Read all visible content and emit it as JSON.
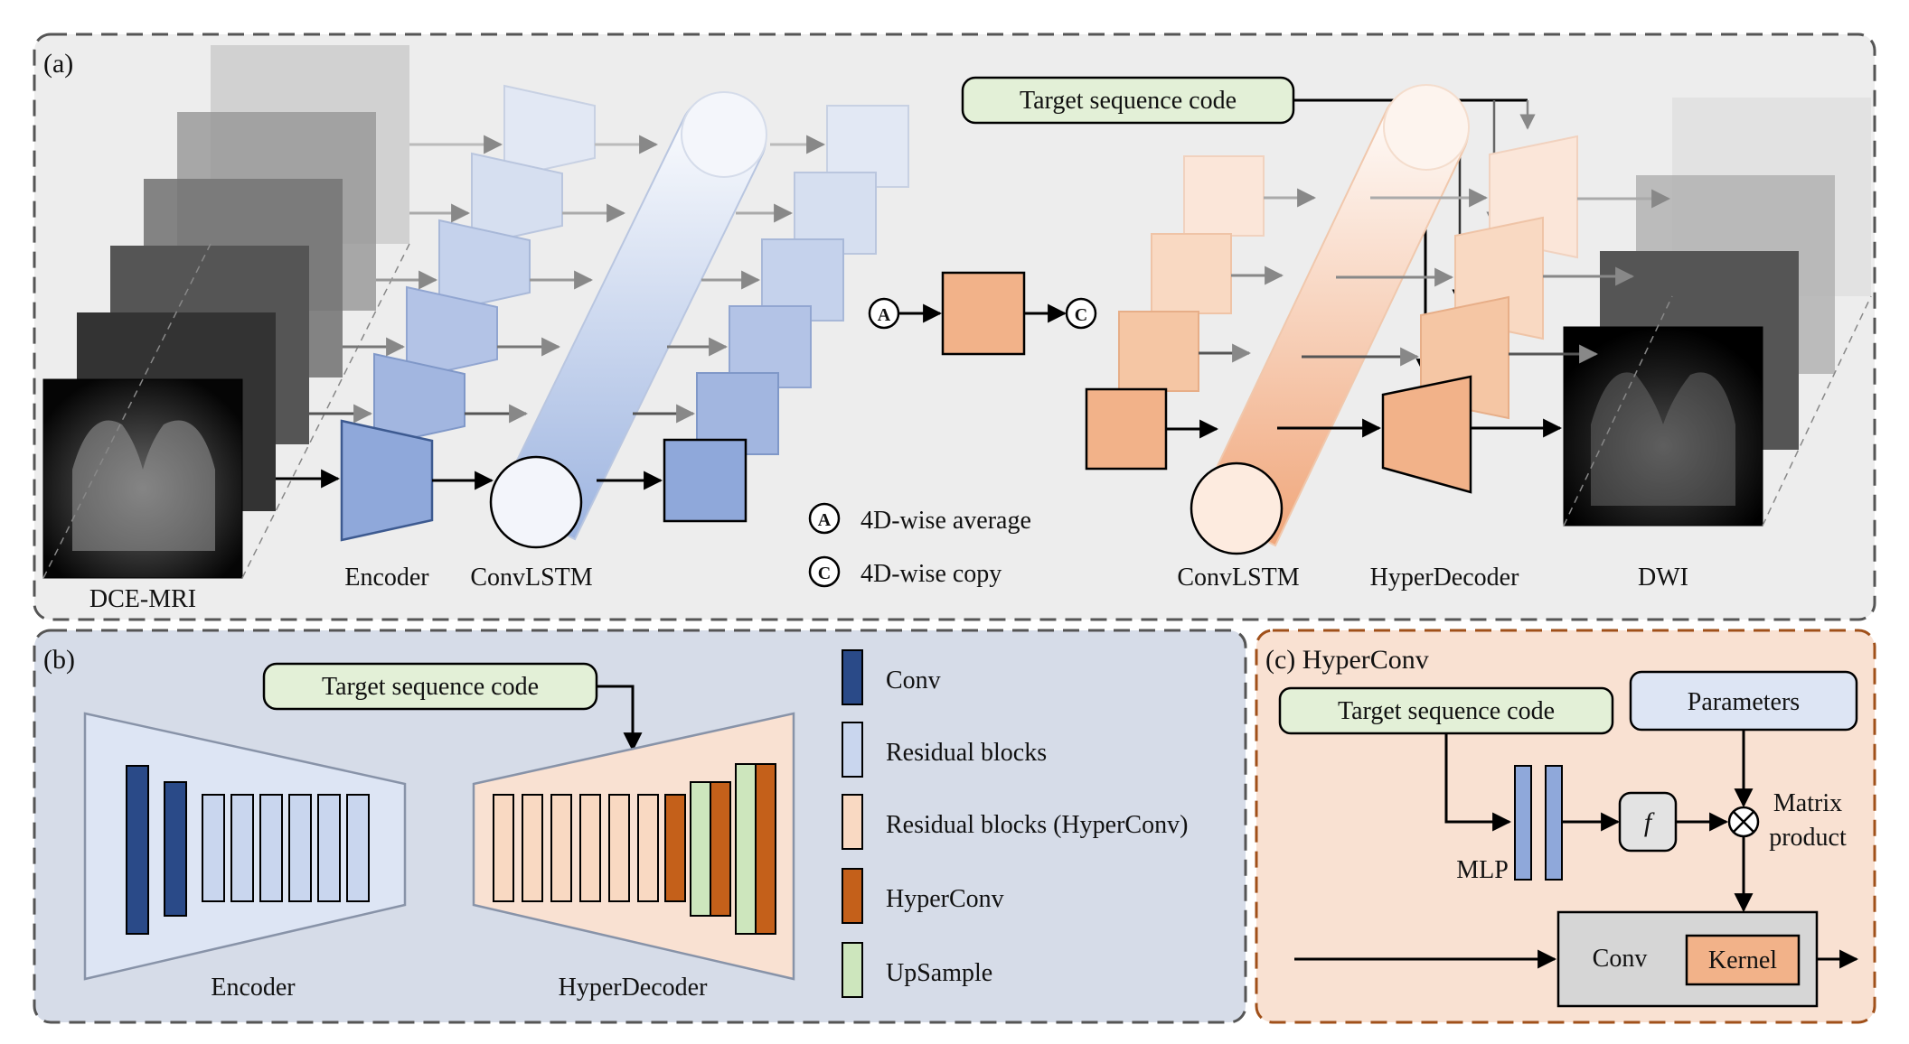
{
  "panel_a": {
    "label": "(a)",
    "input_caption": "DCE-MRI",
    "encoder_caption": "Encoder",
    "convlstm_caption_left": "ConvLSTM",
    "target_code": "Target sequence code",
    "convlstm_caption_right": "ConvLSTM",
    "hyperdecoder_caption": "HyperDecoder",
    "output_caption": "DWI",
    "op_average_symbol": "A",
    "op_copy_symbol": "C",
    "legend_average": "4D-wise average",
    "legend_copy": "4D-wise copy"
  },
  "panel_b": {
    "label": "(b)",
    "target_code": "Target sequence code",
    "encoder_caption": "Encoder",
    "hyperdecoder_caption": "HyperDecoder",
    "legend": [
      {
        "label": "Conv",
        "color": "#2a4a88"
      },
      {
        "label": "Residual blocks",
        "color": "#c9d6ee"
      },
      {
        "label": "Residual blocks (HyperConv)",
        "color": "#f9d9c2"
      },
      {
        "label": "HyperConv",
        "color": "#c4601a"
      },
      {
        "label": "UpSample",
        "color": "#cde6bd"
      }
    ]
  },
  "panel_c": {
    "label": "(c) HyperConv",
    "target_code": "Target sequence code",
    "parameters": "Parameters",
    "mlp": "MLP",
    "f_symbol": "f",
    "matrix_product_line1": "Matrix",
    "matrix_product_line2": "product",
    "conv": "Conv",
    "kernel": "Kernel"
  },
  "colors": {
    "blue_block": "#8fa8da",
    "orange_block": "#f2b289",
    "code_box": "#e3f0d7",
    "panel_a_bg": "#ededed",
    "panel_b_bg": "#d6dce8",
    "panel_c_bg": "#f9e1d2"
  }
}
